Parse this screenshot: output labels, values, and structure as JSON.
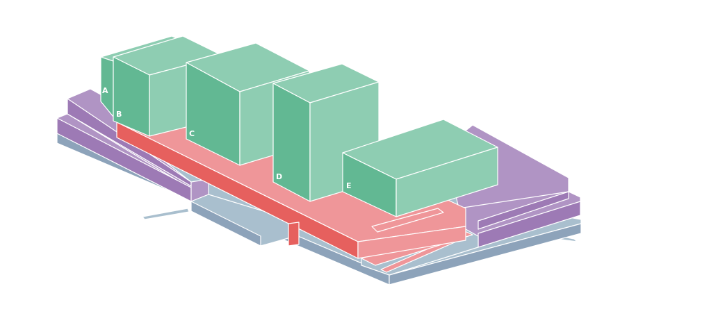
{
  "labels": {
    "a": "A",
    "b": "B",
    "c": "C",
    "d": "D",
    "e": "E"
  },
  "colors": {
    "green_top": "#8ECDB2",
    "green_side": "#62B893",
    "red_top": "#EF9699",
    "red_side": "#E6605E",
    "purple_top": "#B094C4",
    "purple_side": "#9D7AB5",
    "blue_top": "#A9BFCE",
    "blue_side": "#8DA3BA"
  }
}
